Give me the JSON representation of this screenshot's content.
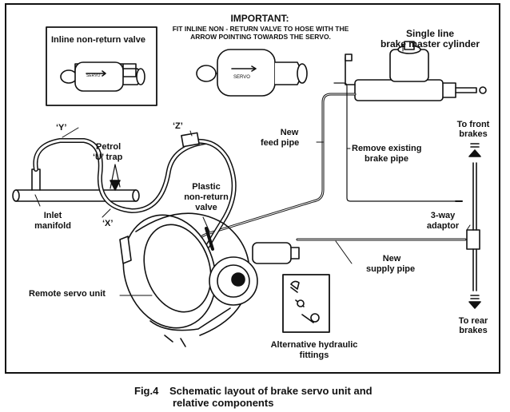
{
  "labels": {
    "inline_valve": "Inline non-return valve",
    "important_title": "IMPORTANT:",
    "important_line1": "FIT INLINE NON - RETURN VALVE TO HOSE WITH THE",
    "important_line2": "ARROW POINTING TOWARDS THE SERVO.",
    "master_cyl_1": "Single line",
    "master_cyl_2": "brake master cylinder",
    "to_front_1": "To front",
    "to_front_2": "brakes",
    "new_feed_1": "New",
    "new_feed_2": "feed pipe",
    "remove_existing_1": "Remove existing",
    "remove_existing_2": "brake pipe",
    "y_mark": "‘Y’",
    "z_mark": "‘Z’",
    "x_mark": "‘X’",
    "petrol_1": "Petrol",
    "petrol_2": "‘U’ trap",
    "plastic_1": "Plastic",
    "plastic_2": "non-return",
    "plastic_3": "valve",
    "inlet_1": "Inlet",
    "inlet_2": "manifold",
    "three_way_1": "3-way",
    "three_way_2": "adaptor",
    "new_supply_1": "New",
    "new_supply_2": "supply pipe",
    "remote_servo": "Remote servo unit",
    "to_rear_1": "To rear",
    "to_rear_2": "brakes",
    "alt_fittings_1": "Alternative hydraulic",
    "alt_fittings_2": "fittings",
    "servo_text": "SERVO"
  },
  "caption": {
    "fig": "Fig.4",
    "line1": "Schematic layout of brake servo unit and",
    "line2": "relative components"
  }
}
